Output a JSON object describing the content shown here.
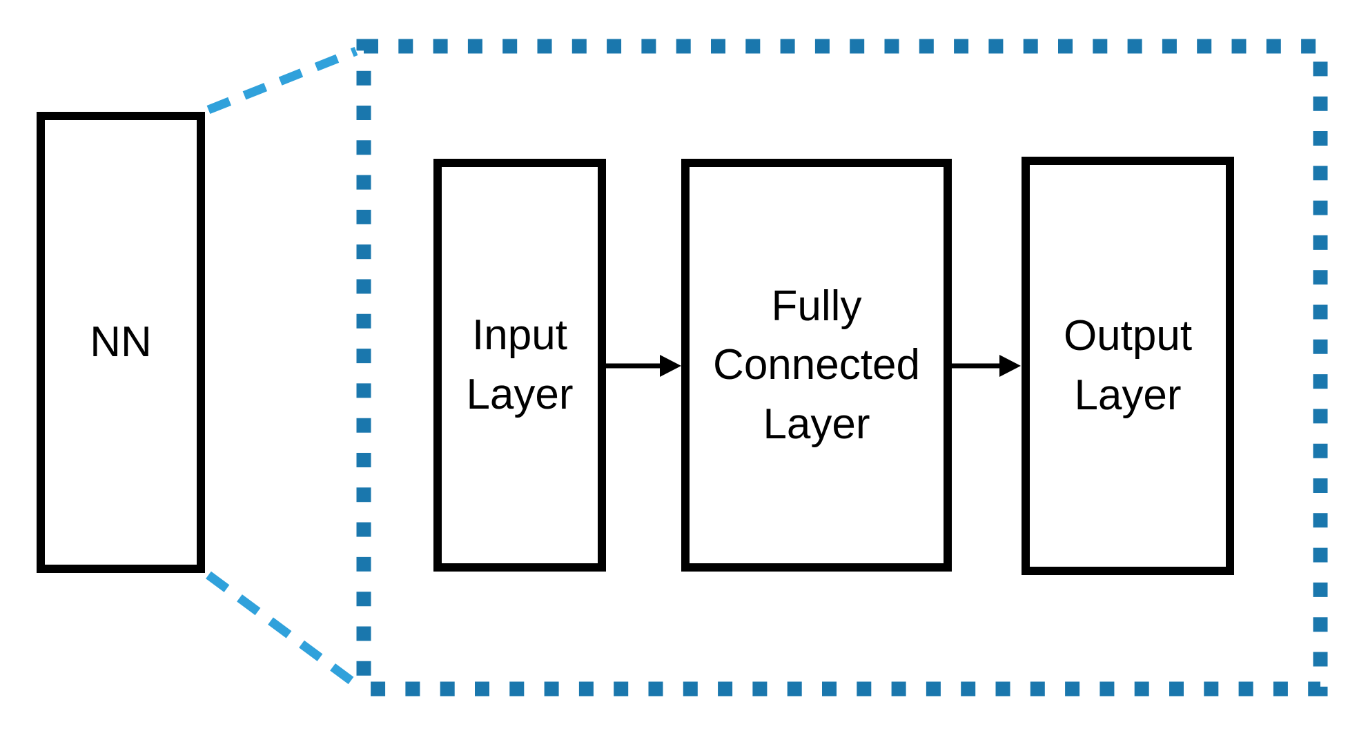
{
  "diagram": {
    "kind": "neural-network-zoom-diagram",
    "nn_box": {
      "label": "NN"
    },
    "layers": [
      {
        "label": "Input Layer"
      },
      {
        "label": "Fully Connected Layer"
      },
      {
        "label": "Output Layer"
      }
    ],
    "colors": {
      "background": "#FFFFFF",
      "box_border": "#000000",
      "dashed_rect": "#1A77AD",
      "connector_dash": "#30A1DB",
      "arrow": "#000000"
    }
  }
}
